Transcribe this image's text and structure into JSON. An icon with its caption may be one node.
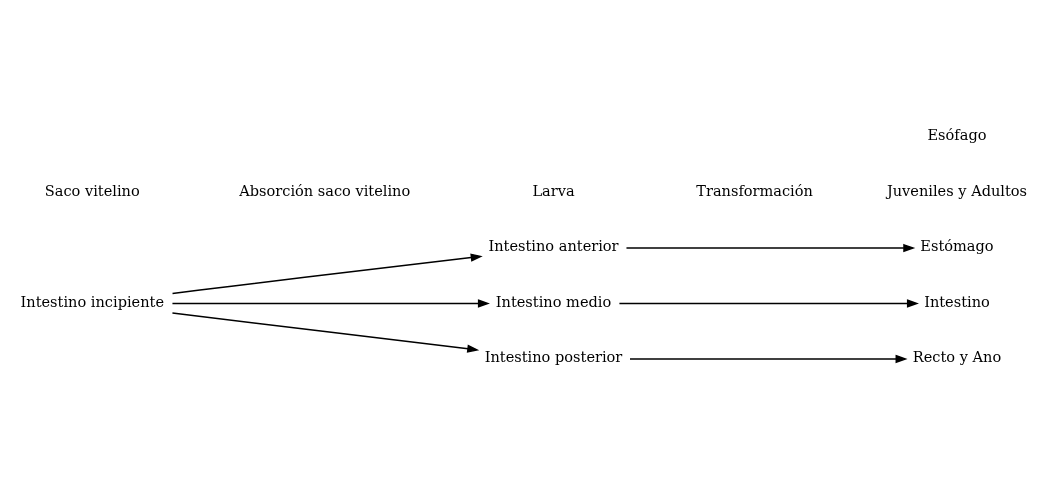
{
  "diagram": {
    "nodes": [
      {
        "text": [
          "Intestino incipiente"
        ]
      },
      {
        "text": [
          "Intestino anterior"
        ]
      },
      {
        "text": [
          "Intestino medio"
        ]
      },
      {
        "text": [
          "Intestino posterior"
        ]
      },
      {
        "text": [
          "Estómago"
        ]
      },
      {
        "text": [
          "Intestino"
        ]
      },
      {
        "text": [
          "Recto y Ano"
        ]
      }
    ],
    "edges": [
      {
        "from": 0,
        "to": 1,
        "arrow": "to"
      },
      {
        "from": 0,
        "to": 2,
        "arrow": "to"
      },
      {
        "from": 0,
        "to": 3,
        "arrow": "to"
      },
      {
        "from": 1,
        "to": 4,
        "arrow": "to"
      },
      {
        "from": 2,
        "to": 5,
        "arrow": "to"
      },
      {
        "from": 3,
        "to": 6,
        "arrow": "to"
      }
    ],
    "labels": [
      "Saco vitelino",
      "Absorción saco vitelino",
      "Larva",
      "Transformación",
      "Juveniles y Adultos",
      "Esófago"
    ]
  }
}
